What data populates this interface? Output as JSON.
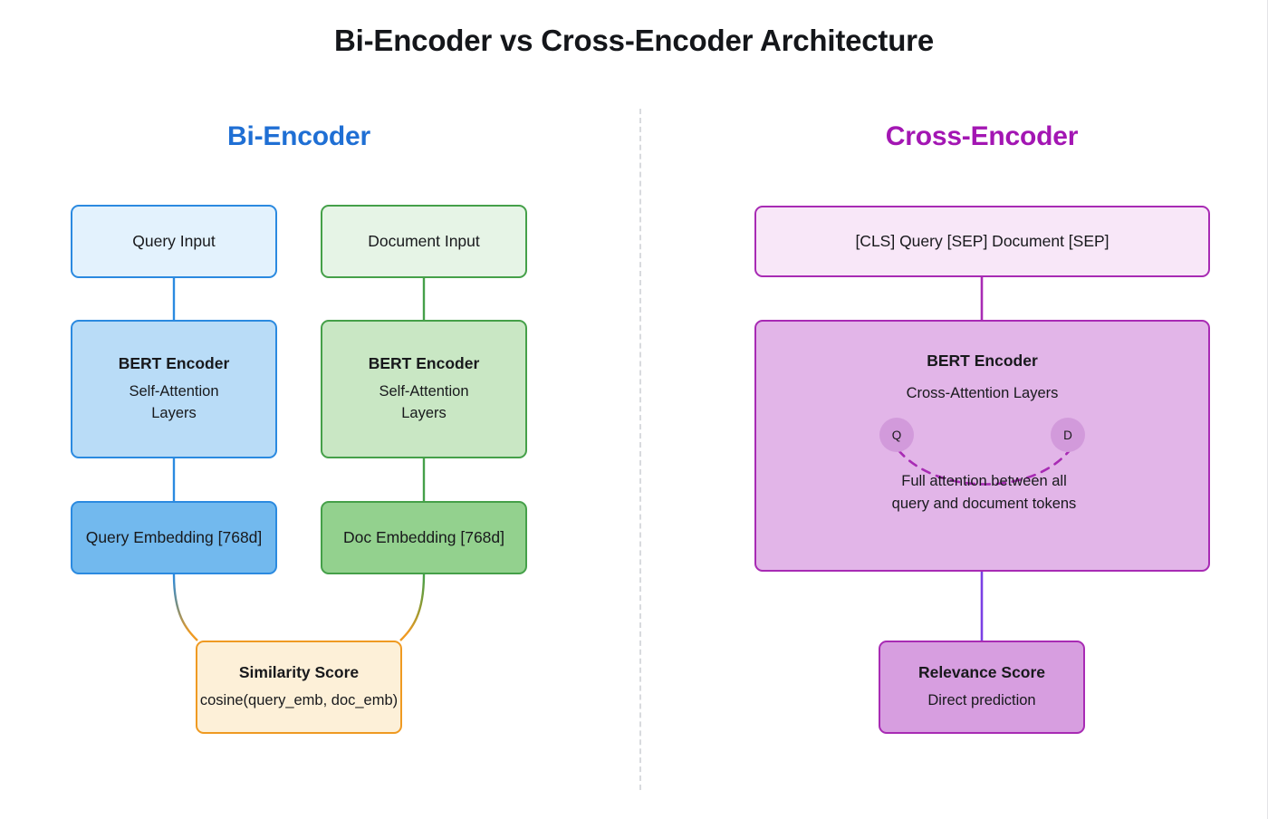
{
  "page": {
    "title": "Bi-Encoder vs Cross-Encoder Architecture",
    "background_color": "#ffffff"
  },
  "columns": {
    "left": {
      "heading": "Bi-Encoder",
      "heading_color": "#1f6fd4"
    },
    "right": {
      "heading": "Cross-Encoder",
      "heading_color": "#a316b3"
    }
  },
  "bi_encoder": {
    "query_input": {
      "label": "Query Input",
      "fill": "#e3f2fd",
      "stroke": "#2b8ae0"
    },
    "document_input": {
      "label": "Document Input",
      "fill": "#e6f4e6",
      "stroke": "#45a049"
    },
    "query_encoder": {
      "title": "BERT Encoder",
      "line1": "Self-Attention",
      "line2": "Layers",
      "fill": "#b9dcf7",
      "stroke": "#2b8ae0"
    },
    "document_encoder": {
      "title": "BERT Encoder",
      "line1": "Self-Attention",
      "line2": "Layers",
      "fill": "#c9e7c4",
      "stroke": "#45a049"
    },
    "query_embedding": {
      "label": "Query Embedding [768d]",
      "fill": "#72b9ee",
      "stroke": "#2b8ae0"
    },
    "doc_embedding": {
      "label": "Doc Embedding [768d]",
      "fill": "#93d18e",
      "stroke": "#45a049"
    },
    "similarity": {
      "title": "Similarity Score",
      "subtitle": "cosine(query_emb, doc_emb)",
      "fill": "#fdf0d8",
      "stroke": "#ef9a22"
    }
  },
  "cross_encoder": {
    "input": {
      "label": "[CLS] Query [SEP] Document [SEP]",
      "fill": "#f8e7f8",
      "stroke": "#a82bb4"
    },
    "encoder": {
      "title": "BERT Encoder",
      "subtitle": "Cross-Attention Layers",
      "token_query": "Q",
      "token_document": "D",
      "caption_line1": "Full attention between all",
      "caption_line2": "query and document tokens",
      "fill": "#e2b5e8",
      "stroke": "#a82bb4",
      "token_fill": "#d29adb",
      "attention_curve_color": "#a82bb4"
    },
    "relevance": {
      "title": "Relevance Score",
      "subtitle": "Direct prediction",
      "fill": "#d79ee0",
      "stroke": "#a82bb4"
    }
  },
  "divider": {
    "style": "dashed",
    "color": "#d8dade"
  },
  "edges": {
    "query_input_to_encoder": "#2b8ae0",
    "query_encoder_to_embedding": "#2b8ae0",
    "query_embedding_to_similarity": "#2b8ae0 -> #ef9a22",
    "doc_input_to_encoder": "#45a049",
    "doc_encoder_to_embedding": "#45a049",
    "doc_embedding_to_similarity": "#45a049 -> #ef9a22",
    "cross_input_to_encoder": "#a82bb4",
    "cross_encoder_to_relevance": "#7b3fe4"
  }
}
